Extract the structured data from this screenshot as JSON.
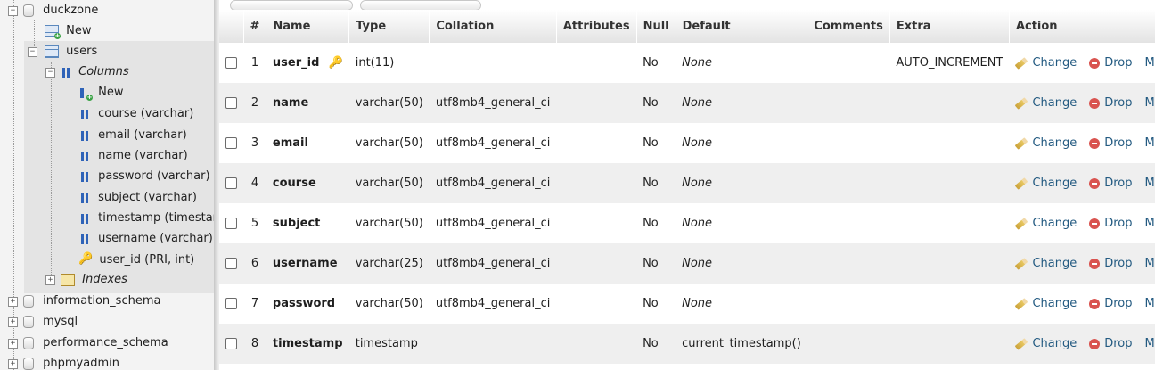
{
  "nav": {
    "db_duckzone": "duckzone",
    "new_table": "New",
    "table_users": "users",
    "columns_label": "Columns",
    "new_column": "New",
    "columns": [
      "course (varchar)",
      "email (varchar)",
      "name (varchar)",
      "password (varchar)",
      "subject (varchar)",
      "timestamp (timestamp)",
      "username (varchar)",
      "user_id (PRI, int)"
    ],
    "indexes_label": "Indexes",
    "databases": [
      "information_schema",
      "mysql",
      "performance_schema",
      "phpmyadmin"
    ]
  },
  "table": {
    "headers": {
      "num": "#",
      "name": "Name",
      "type": "Type",
      "collation": "Collation",
      "attributes": "Attributes",
      "null": "Null",
      "default": "Default",
      "comments": "Comments",
      "extra": "Extra",
      "action": "Action"
    },
    "action_labels": {
      "change": "Change",
      "drop": "Drop",
      "more": "More"
    },
    "rows": [
      {
        "num": "1",
        "name": "user_id",
        "type": "int(11)",
        "collation": "",
        "null": "No",
        "default": "None",
        "extra": "AUTO_INCREMENT",
        "primary": true
      },
      {
        "num": "2",
        "name": "name",
        "type": "varchar(50)",
        "collation": "utf8mb4_general_ci",
        "null": "No",
        "default": "None",
        "extra": ""
      },
      {
        "num": "3",
        "name": "email",
        "type": "varchar(50)",
        "collation": "utf8mb4_general_ci",
        "null": "No",
        "default": "None",
        "extra": ""
      },
      {
        "num": "4",
        "name": "course",
        "type": "varchar(50)",
        "collation": "utf8mb4_general_ci",
        "null": "No",
        "default": "None",
        "extra": ""
      },
      {
        "num": "5",
        "name": "subject",
        "type": "varchar(50)",
        "collation": "utf8mb4_general_ci",
        "null": "No",
        "default": "None",
        "extra": ""
      },
      {
        "num": "6",
        "name": "username",
        "type": "varchar(25)",
        "collation": "utf8mb4_general_ci",
        "null": "No",
        "default": "None",
        "extra": ""
      },
      {
        "num": "7",
        "name": "password",
        "type": "varchar(50)",
        "collation": "utf8mb4_general_ci",
        "null": "No",
        "default": "None",
        "extra": ""
      },
      {
        "num": "8",
        "name": "timestamp",
        "type": "timestamp",
        "collation": "",
        "null": "No",
        "default": "current_timestamp()",
        "extra": ""
      }
    ]
  },
  "colors": {
    "link": "#235a81",
    "row_alt": "#efefef",
    "nav_bg": "#f3f3f3"
  }
}
